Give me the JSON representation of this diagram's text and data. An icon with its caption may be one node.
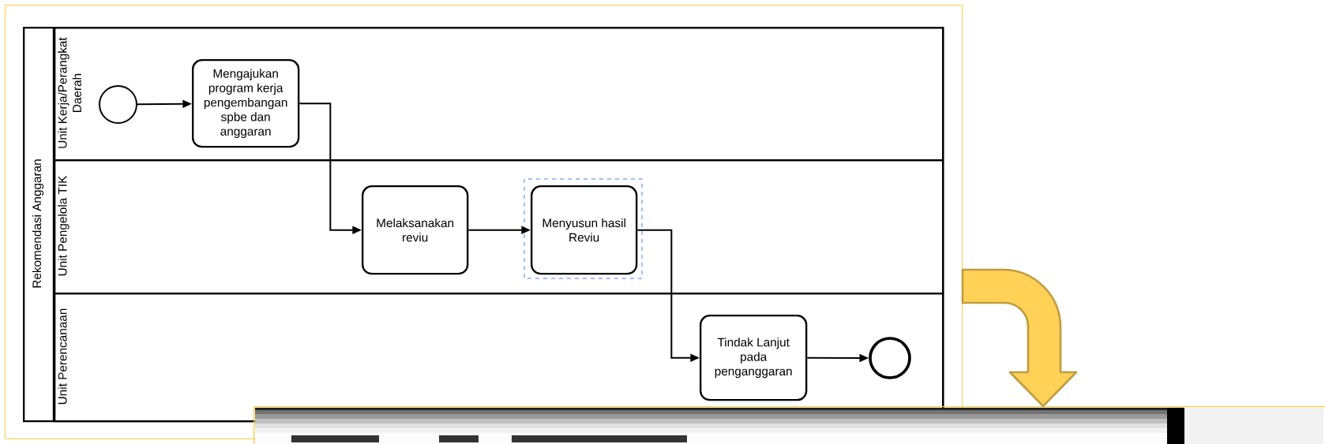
{
  "diagram": {
    "nodes": [
      {
        "text": [],
        "shape": "box"
      },
      {
        "text": [
          "Rekomendasi Anggaran"
        ],
        "in": 0
      },
      {
        "text": [
          "Unit Kerja/Perangkat Daerah"
        ],
        "in": 1
      },
      {
        "text": [
          "Unit Pengelola TIK"
        ],
        "in": 1
      },
      {
        "text": [
          "Unit Perencanaan"
        ],
        "in": 1
      },
      {
        "text": [],
        "shape": "circle",
        "in": 2
      },
      {
        "text": [
          "Mengajukan program kerja pengembangan spbe dan anggaran"
        ],
        "in": 2
      },
      {
        "text": [
          "Melaksanakan reviu"
        ],
        "in": 3
      },
      {
        "text": [
          "Menyusun hasil Reviu"
        ],
        "in": 3
      },
      {
        "text": [
          "Tindak Lanjut pada penganggaran"
        ],
        "in": 4
      },
      {
        "text": [],
        "shape": "circle",
        "in": 4
      },
      {
        "text": [],
        "shape": "picture"
      }
    ],
    "edges": [
      {
        "from": 5,
        "to": 6,
        "arrow": "to"
      },
      {
        "from": 6,
        "to": 7,
        "arrow": "to"
      },
      {
        "from": 7,
        "to": 8,
        "arrow": "to"
      },
      {
        "from": 8,
        "to": 9,
        "arrow": "to"
      },
      {
        "from": 9,
        "to": 10,
        "arrow": "to"
      },
      {
        "from": 0,
        "to": 11,
        "arrow": "to",
        "style": "thick",
        "color": "#ffd257"
      }
    ]
  }
}
